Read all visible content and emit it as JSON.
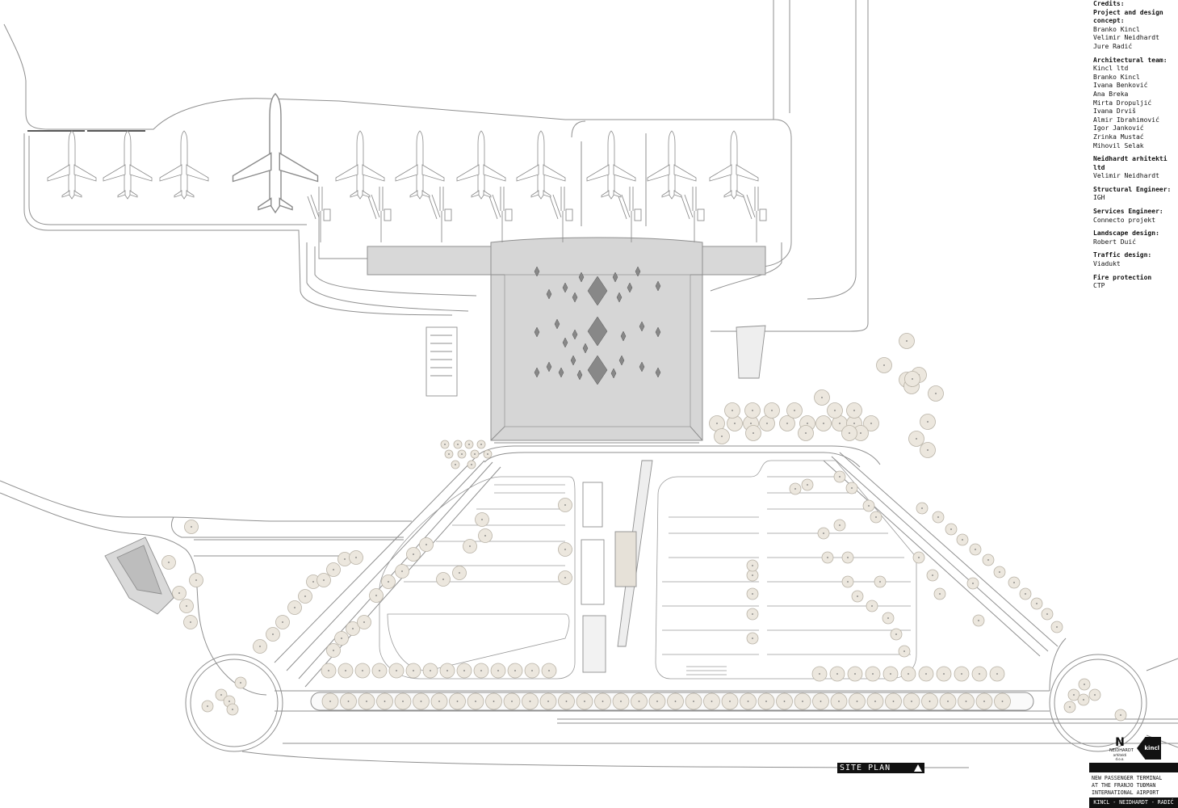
{
  "credits": {
    "title": "Credits:",
    "sections": [
      {
        "heading": "Project and design concept:",
        "lines": [
          "Branko Kincl",
          "Velimir Neidhardt",
          "Jure Radić"
        ]
      },
      {
        "heading": "Architectural team:",
        "lines": [
          "Kincl ltd",
          "Branko Kincl",
          "Ivana Benković",
          "Ana Breka",
          "Mirta Dropuljić",
          "Ivana Drviš",
          "Almir Ibrahimović",
          "Igor Janković",
          "Zrinka Mustać",
          "Mihovil Selak"
        ]
      },
      {
        "heading": "Neidhardt arhitekti ltd",
        "lines": [
          "Velimir Neidhardt"
        ]
      },
      {
        "heading": "Structural Engineer:",
        "lines": [
          "IGH"
        ]
      },
      {
        "heading": "Services Engineer:",
        "lines": [
          "Connecto projekt"
        ]
      },
      {
        "heading": "Landscape design:",
        "lines": [
          "Robert Duić"
        ]
      },
      {
        "heading": "Traffic design:",
        "lines": [
          "Viadukt"
        ]
      },
      {
        "heading": "Fire protection",
        "lines": [
          "CTP"
        ]
      }
    ]
  },
  "sheet_title": "SITE PLAN",
  "title_block": {
    "lines": [
      "NEW PASSENGER TERMINAL",
      "AT THE FRANJO TUĐMAN",
      "INTERNATIONAL AIRPORT ZAGREB"
    ],
    "authors": "KINCL - NEIDHARDT - RADIĆ"
  },
  "logos": {
    "neidhardt_letter": "N",
    "neidhardt_name": "NEIDHARDT",
    "neidhardt_sub": "arhitekti d.o.o.",
    "kincl": "kincl"
  },
  "colors": {
    "line": "#8a8a8a",
    "terminal_roof": "#d6d6d6",
    "tree_fill": "#ece7de",
    "tree_stroke": "#b9b3a7",
    "ink": "#111111"
  }
}
